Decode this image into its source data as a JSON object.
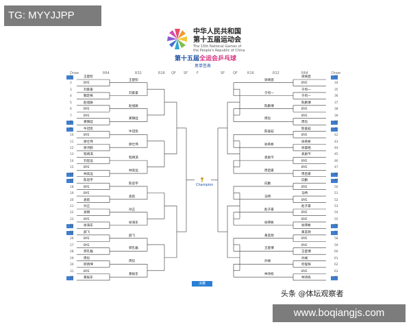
{
  "overlay_top_left": "TG: MYYJJPP",
  "header": {
    "title_cn": [
      "中华人民共和国",
      "第十五届运动会"
    ],
    "title_en": [
      "The 15th National Games of",
      "the People's Republic of China"
    ],
    "subtitle_prefix": "第十五届",
    "subtitle_accent": "全运会乒乓球",
    "event": "男单签表"
  },
  "columns": {
    "left": [
      "Draw",
      "R64",
      "R32",
      "R16",
      "QF",
      "SF",
      "F"
    ],
    "right": [
      "SF",
      "QF",
      "R16",
      "R32",
      "R64",
      "Draw"
    ]
  },
  "champion": "Champion",
  "final_label": "决赛",
  "left_r64": [
    {
      "n": "1",
      "name": "王楚钦",
      "seed": true
    },
    {
      "n": "2",
      "name": "BYE"
    },
    {
      "n": "3",
      "name": "刘家豪"
    },
    {
      "n": "4",
      "name": "魏定格"
    },
    {
      "n": "5",
      "name": "赵旭辰"
    },
    {
      "n": "6",
      "name": "BYE"
    },
    {
      "n": "7",
      "name": "BYE"
    },
    {
      "n": "8",
      "name": "黄镇廷",
      "seed": true
    },
    {
      "n": "9",
      "name": "牛冠凯",
      "seed": true
    },
    {
      "n": "10",
      "name": "BYE"
    },
    {
      "n": "11",
      "name": "廖仕伟"
    },
    {
      "n": "12",
      "name": "廖鸿鹤"
    },
    {
      "n": "13",
      "name": "程靖淇"
    },
    {
      "n": "14",
      "name": "刘思远"
    },
    {
      "n": "15",
      "name": "BYE"
    },
    {
      "n": "16",
      "name": "林高远",
      "seed": true
    },
    {
      "n": "17",
      "name": "陈思宇",
      "seed": true
    },
    {
      "n": "18",
      "name": "BYE"
    },
    {
      "n": "19",
      "name": "BYE"
    },
    {
      "n": "20",
      "name": "袁航"
    },
    {
      "n": "21",
      "name": "孙正"
    },
    {
      "n": "22",
      "name": "高畅"
    },
    {
      "n": "23",
      "name": "BYE"
    },
    {
      "n": "24",
      "name": "徐海东",
      "seed": true
    },
    {
      "n": "25",
      "name": "薛飞",
      "seed": true
    },
    {
      "n": "26",
      "name": "BYE"
    },
    {
      "n": "27",
      "name": "BYE"
    },
    {
      "n": "28",
      "name": "郭孔磊"
    },
    {
      "n": "29",
      "name": "周恺"
    },
    {
      "n": "30",
      "name": "邱炳坤"
    },
    {
      "n": "31",
      "name": "BYE"
    },
    {
      "n": "32",
      "name": "黄振东",
      "seed": true
    }
  ],
  "left_r32": [
    "王楚钦",
    "刘家豪",
    "赵旭辰",
    "黄镇廷",
    "牛冠凯",
    "廖仕伟",
    "程靖淇",
    "林高远",
    "陈思宇",
    "袁航",
    "孙正",
    "徐海东",
    "薛飞",
    "郭孔磊",
    "周恺",
    "黄振东"
  ],
  "right_r64": [
    {
      "n": "33",
      "name": "梁靖崑",
      "seed": true
    },
    {
      "n": "34",
      "name": "BYE"
    },
    {
      "n": "35",
      "name": "于何一"
    },
    {
      "n": "36",
      "name": "于何一"
    },
    {
      "n": "37",
      "name": "陈鹏博"
    },
    {
      "n": "38",
      "name": "BYE"
    },
    {
      "n": "39",
      "name": "BYE"
    },
    {
      "n": "40",
      "name": "周恺",
      "seed": true
    },
    {
      "n": "41",
      "name": "陈俊菘",
      "seed": true
    },
    {
      "n": "42",
      "name": "BYE"
    },
    {
      "n": "43",
      "name": "徐英彬"
    },
    {
      "n": "44",
      "name": "徐晨皓"
    },
    {
      "n": "45",
      "name": "袁励岑"
    },
    {
      "n": "46",
      "name": "BYE"
    },
    {
      "n": "47",
      "name": "BYE"
    },
    {
      "n": "48",
      "name": "周启豪",
      "seed": true
    },
    {
      "n": "49",
      "name": "向鹏",
      "seed": true
    },
    {
      "n": "50",
      "name": "BYE"
    },
    {
      "n": "51",
      "name": "马特"
    },
    {
      "n": "52",
      "name": "BYE"
    },
    {
      "n": "53",
      "name": "赵子豪"
    },
    {
      "n": "54",
      "name": "BYE"
    },
    {
      "n": "55",
      "name": "BYE"
    },
    {
      "n": "56",
      "name": "徐瑛彬",
      "seed": true
    },
    {
      "n": "57",
      "name": "黄友政",
      "seed": true
    },
    {
      "n": "58",
      "name": "BYE"
    },
    {
      "n": "59",
      "name": "BYE"
    },
    {
      "n": "60",
      "name": "王楚博"
    },
    {
      "n": "61",
      "name": "孙闻"
    },
    {
      "n": "62",
      "name": "何俊辉"
    },
    {
      "n": "63",
      "name": "BYE"
    },
    {
      "n": "64",
      "name": "林诗栋",
      "seed": true
    }
  ],
  "right_r32": [
    "梁靖崑",
    "于何一",
    "陈鹏博",
    "周恺",
    "陈俊菘",
    "徐英彬",
    "袁励岑",
    "周启豪",
    "向鹏",
    "马特",
    "赵子豪",
    "徐瑛彬",
    "黄友政",
    "王楚博",
    "孙闻",
    "林诗栋"
  ],
  "watermark_caption": "头条 @体坛观察者",
  "watermark_url": "www.boqiangjs.com",
  "colors": {
    "seed_box": "#3e7fd1",
    "title_blue": "#1b4fa0",
    "accent_pink": "#d4317e",
    "line": "#333333"
  }
}
